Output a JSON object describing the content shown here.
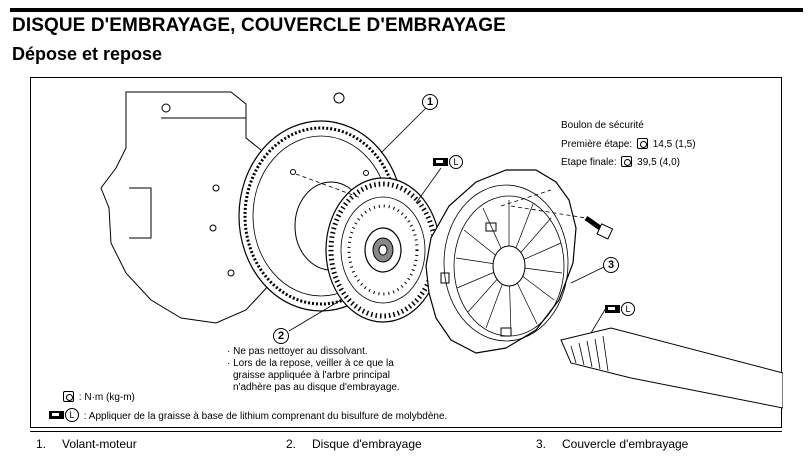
{
  "header": {
    "title": "DISQUE D'EMBRAYAGE, COUVERCLE D'EMBRAYAGE",
    "subtitle": "Dépose et repose"
  },
  "figure": {
    "callouts": [
      "1",
      "2",
      "3"
    ],
    "bolt": {
      "heading": "Boulon de sécurité",
      "first_label": "Première étape:",
      "first_value": "14,5 (1,5)",
      "final_label": "Etape finale:",
      "final_value": "39,5 (4,0)"
    },
    "grease_letter": "L",
    "notes": [
      "· Ne pas nettoyer au dissolvant.",
      "· Lors de la repose, veiller à ce que la",
      "graisse appliquée à l'arbre principal",
      "n'adhère pas au disque d'embrayage."
    ],
    "legend": {
      "torque_text": ": N·m (kg-m)",
      "grease_text": ": Appliquer de la graisse à base de lithium comprenant du bisulfure de molybdène."
    }
  },
  "parts": [
    {
      "num": "1.",
      "name": "Volant-moteur"
    },
    {
      "num": "2.",
      "name": "Disque d'embrayage"
    },
    {
      "num": "3.",
      "name": "Couvercle d'embrayage"
    }
  ],
  "icons": [
    "torque-wrench-icon",
    "grease-can-icon"
  ]
}
